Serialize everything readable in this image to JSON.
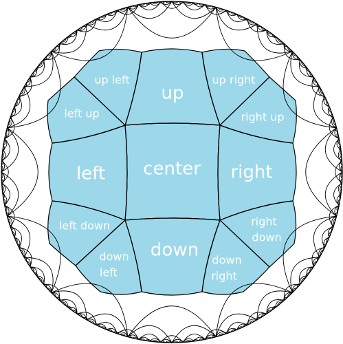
{
  "colors": {
    "region_fill": "#9cd8ea",
    "line": "#000000",
    "label": "#ffffff",
    "background": "#ffffff"
  },
  "labels": {
    "center": "center",
    "up": "up",
    "down": "down",
    "left": "left",
    "right": "right",
    "up_left": "up left",
    "up_right": "up right",
    "left_up": "left up",
    "right_up": "right up",
    "left_down": "left down",
    "right_down_1": "right",
    "right_down_2": "down",
    "down_left_1": "down",
    "down_left_2": "left",
    "down_right_1": "down",
    "down_right_2": "right"
  }
}
